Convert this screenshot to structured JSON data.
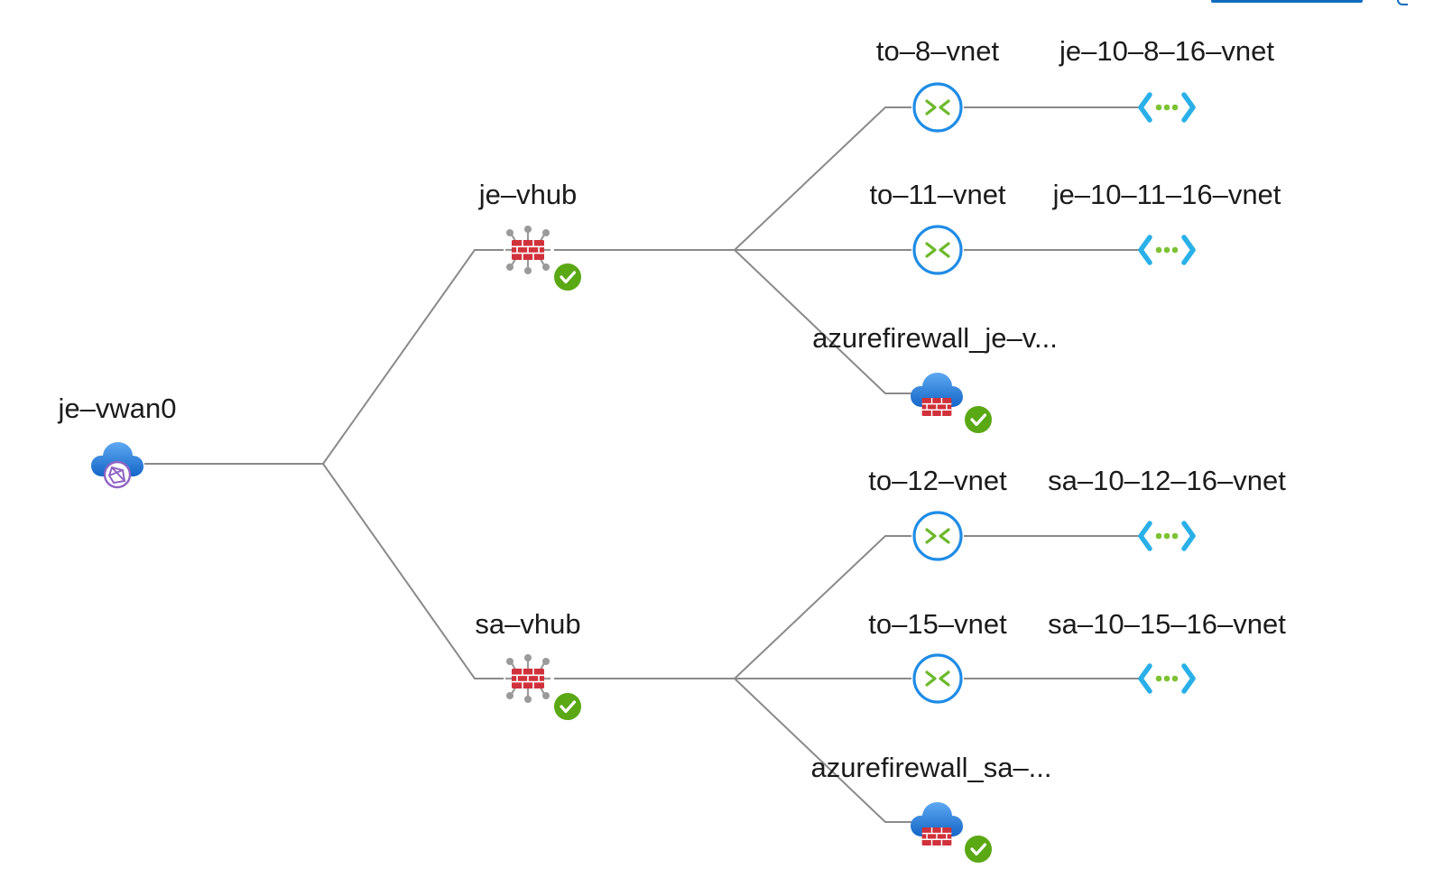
{
  "diagram": {
    "type": "network-topology-tree",
    "colors": {
      "edge": "#8a8a8a",
      "connection_ring": "#1f8ce6",
      "connection_arrows": "#6cb92b",
      "cloud_top": "#5ea9f2",
      "cloud_bottom": "#1466c8",
      "firewall_red": "#d0313b",
      "status_ok": "#5aa814",
      "vnet_brackets": "#2ab0e8",
      "vnet_dots": "#7cc232",
      "vwan_globe": "#8f63c4"
    },
    "wan": {
      "label": "je–vwan0",
      "icon": "virtual-wan-icon"
    },
    "hubs": [
      {
        "label": "je–vhub",
        "icon": "virtual-hub-firewall-icon",
        "status": "succeeded-check-icon",
        "connections": [
          {
            "label": "to–8–vnet",
            "icon": "hub-connection-icon",
            "vnet": "je–10–8–16–vnet",
            "vnet_icon": "virtual-network-icon"
          },
          {
            "label": "to–11–vnet",
            "icon": "hub-connection-icon",
            "vnet": "je–10–11–16–vnet",
            "vnet_icon": "virtual-network-icon"
          }
        ],
        "firewall": {
          "label": "azurefirewall_je–v...",
          "icon": "azure-firewall-icon",
          "status": "succeeded-check-icon"
        }
      },
      {
        "label": "sa–vhub",
        "icon": "virtual-hub-firewall-icon",
        "status": "succeeded-check-icon",
        "connections": [
          {
            "label": "to–12–vnet",
            "icon": "hub-connection-icon",
            "vnet": "sa–10–12–16–vnet",
            "vnet_icon": "virtual-network-icon"
          },
          {
            "label": "to–15–vnet",
            "icon": "hub-connection-icon",
            "vnet": "sa–10–15–16–vnet",
            "vnet_icon": "virtual-network-icon"
          }
        ],
        "firewall": {
          "label": "azurefirewall_sa–...",
          "icon": "azure-firewall-icon",
          "status": "succeeded-check-icon"
        }
      }
    ]
  }
}
